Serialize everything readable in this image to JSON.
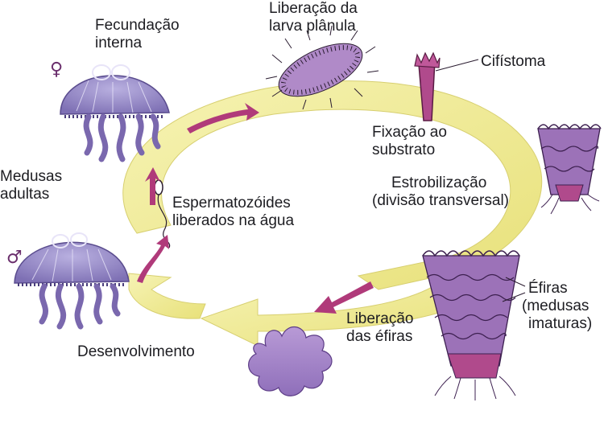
{
  "labels": {
    "fecundacao_1": "Fecundação",
    "fecundacao_2": "interna",
    "liberacao_larva_1": "Liberação da",
    "liberacao_larva_2": "larva plânula",
    "cifistoma": "Cifístoma",
    "fixacao_1": "Fixação ao",
    "fixacao_2": "substrato",
    "estrobilizacao_1": "Estrobilização",
    "estrobilizacao_2": "(divisão transversal)",
    "medusas_1": "Medusas",
    "medusas_2": "adultas",
    "espermatozoides_1": "Espermatozóides",
    "espermatozoides_2": "liberados na água",
    "efiras_1": "Éfiras",
    "efiras_2": "(medusas",
    "efiras_3": "imaturas)",
    "liberacao_efiras_1": "Liberação",
    "liberacao_efiras_2": "das éfiras",
    "desenvolvimento": "Desenvolvimento"
  },
  "symbols": {
    "female": "♀",
    "male": "♂"
  },
  "colors": {
    "cycle_arrow": "#f0ec8c",
    "medusa": "#8e80c0",
    "polyp": "#b04a8c",
    "arrow": "#b03a7a",
    "ephyra": "#a58acb"
  }
}
